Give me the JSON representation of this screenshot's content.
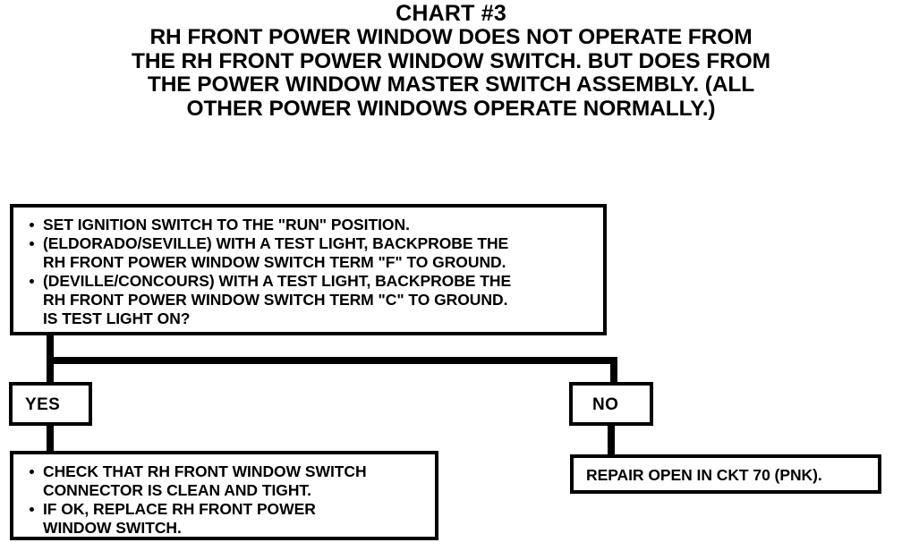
{
  "title": {
    "heading": "CHART #3",
    "subtitle_lines": [
      "RH FRONT POWER WINDOW DOES NOT OPERATE FROM",
      "THE RH FRONT POWER WINDOW SWITCH. BUT DOES FROM",
      "THE POWER WINDOW MASTER SWITCH ASSEMBLY. (ALL",
      "OTHER POWER WINDOWS OPERATE NORMALLY.)"
    ]
  },
  "flowchart": {
    "decision_box": {
      "bullets": [
        "SET IGNITION SWITCH TO THE \"RUN\" POSITION.",
        "(ELDORADO/SEVILLE) WITH A TEST LIGHT, BACKPROBE THE\nRH FRONT POWER WINDOW SWITCH TERM \"F\" TO GROUND.",
        "(DEVILLE/CONCOURS) WITH A TEST LIGHT, BACKPROBE THE\nRH FRONT POWER WINDOW SWITCH TERM \"C\" TO GROUND.\nIS TEST LIGHT ON?"
      ]
    },
    "yes_branch": {
      "label": "YES",
      "action_bullets": [
        "CHECK THAT RH FRONT WINDOW SWITCH\nCONNECTOR IS CLEAN AND TIGHT.",
        "IF OK, REPLACE RH FRONT POWER\nWINDOW SWITCH."
      ]
    },
    "no_branch": {
      "label": "NO",
      "action_text": "REPAIR OPEN IN CKT 70 (PNK)."
    }
  },
  "colors": {
    "ink": "#000000",
    "paper": "#ffffff"
  }
}
